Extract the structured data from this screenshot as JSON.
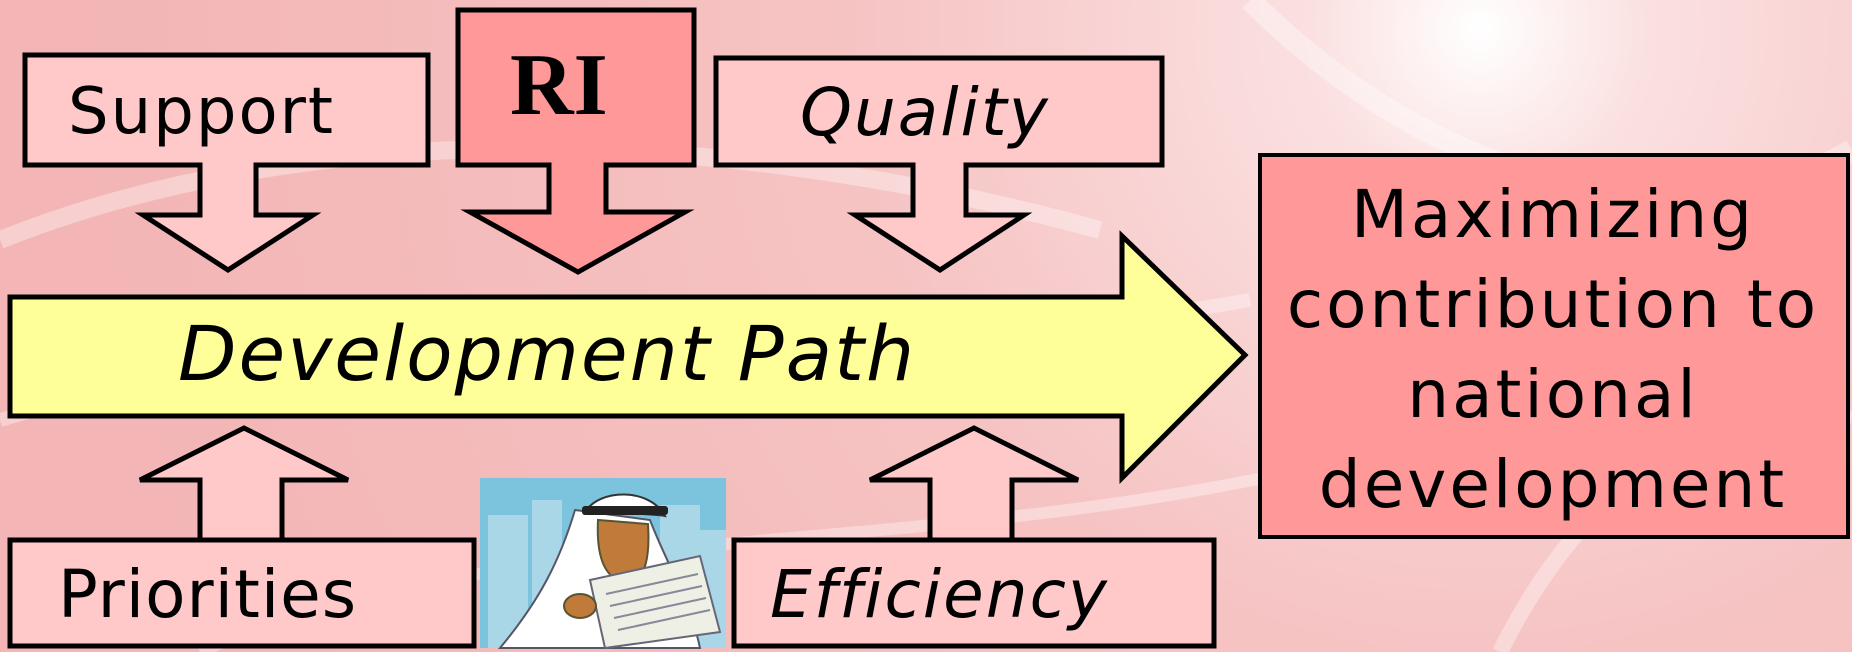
{
  "diagram": {
    "inputs_top": [
      {
        "key": "support",
        "label": "Support"
      },
      {
        "key": "ri",
        "label": "RI"
      },
      {
        "key": "quality",
        "label": "Quality"
      }
    ],
    "inputs_bottom": [
      {
        "key": "priorities",
        "label": "Priorities"
      },
      {
        "key": "efficiency",
        "label": "Efficiency"
      }
    ],
    "main_arrow": {
      "label": "Development Path"
    },
    "goal": {
      "label": "Maximizing contribution to national development"
    },
    "picture": {
      "description_icon": "man-reading-newspaper-icon"
    }
  },
  "colors": {
    "background": "#f7c9c9",
    "light_box": "#ffc9c9",
    "ri_box": "#ff9999",
    "goal_box": "#ff9999",
    "main_arrow": "#ffff99",
    "outline": "#000000"
  }
}
